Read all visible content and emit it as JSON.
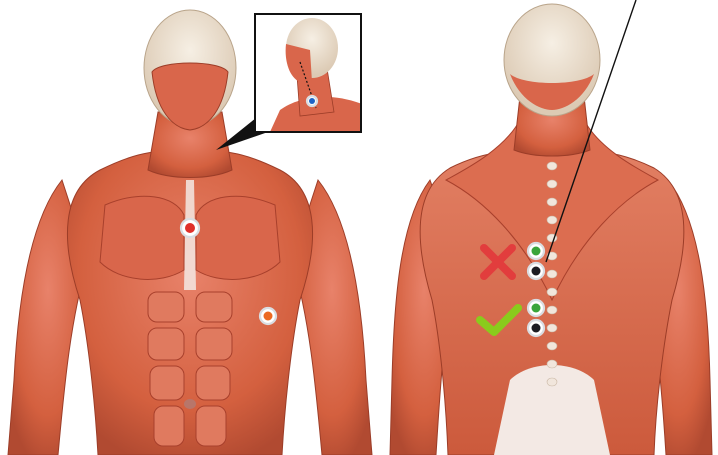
{
  "colors": {
    "background": "#ffffff",
    "muscle": "#d9664b",
    "muscle_dark": "#a8402c",
    "muscle_light": "#ef9a82",
    "tendon": "#f3e9e4",
    "skull": "#efe6d8",
    "electrode_red": "#e0302a",
    "electrode_orange": "#ec6a22",
    "electrode_blue": "#1e63c6",
    "electrode_green": "#3aa53a",
    "electrode_black": "#1c1c22",
    "incorrect_mark": "#e23d3d",
    "correct_mark": "#8acb1c"
  },
  "figures": {
    "front": {
      "view": "anterior-torso",
      "electrodes": [
        "red",
        "orange"
      ]
    },
    "inset": {
      "view": "side-neck",
      "electrodes": [
        "blue"
      ]
    },
    "back": {
      "view": "posterior-torso",
      "placements": [
        {
          "status": "incorrect",
          "icon": "cross-icon",
          "electrodes": [
            "green",
            "black"
          ]
        },
        {
          "status": "correct",
          "icon": "check-icon",
          "electrodes": [
            "green",
            "black"
          ]
        }
      ]
    }
  }
}
